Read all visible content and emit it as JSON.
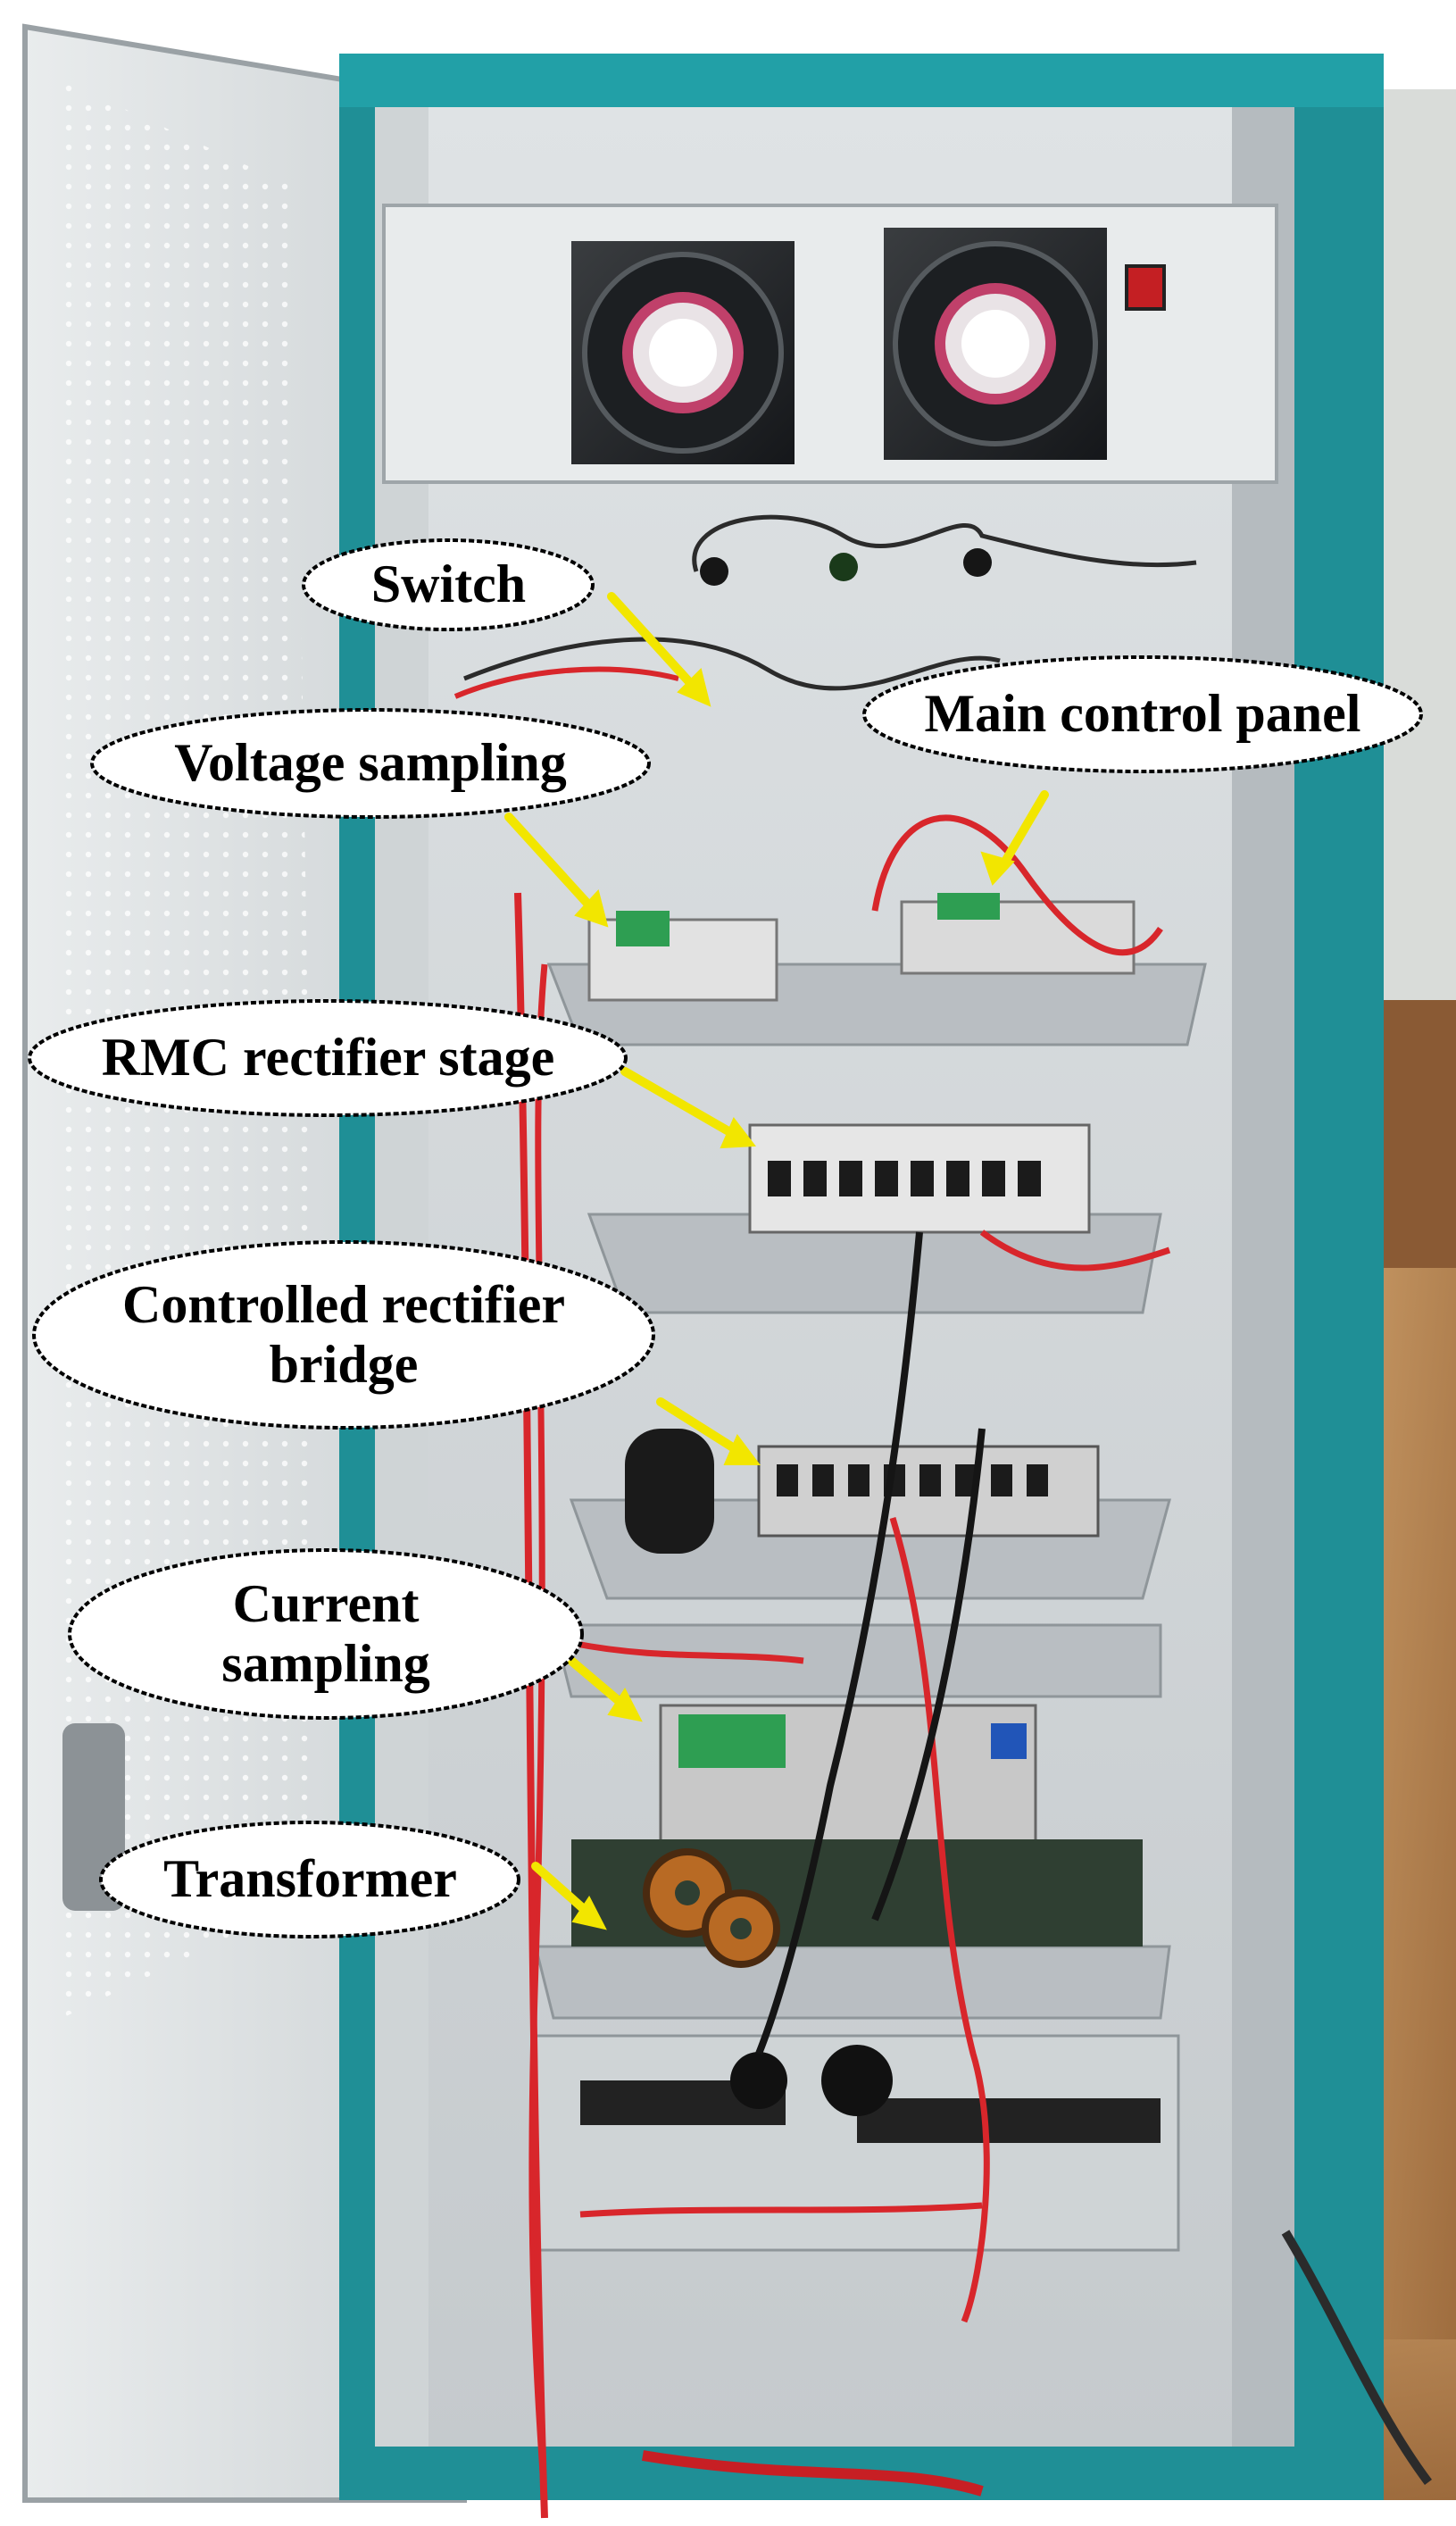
{
  "image": {
    "subject": "Open equipment cabinet with labelled internal components",
    "colors": {
      "cabinet_teal": "#1f8f96",
      "panel_grey": "#d8dcde",
      "shelf_metal": "#b9bec2",
      "wire_red": "#d8262b",
      "arrow_yellow": "#f2e600",
      "floor_wood": "#b9854f"
    }
  },
  "labels": {
    "switch": "Switch",
    "main_control_panel": "Main control panel",
    "voltage_sampling": "Voltage sampling",
    "rmc_rectifier_stage": "RMC rectifier stage",
    "controlled_rectifier_bridge": "Controlled rectifier\nbridge",
    "current_sampling": "Current\nsampling",
    "transformer": "Transformer"
  }
}
